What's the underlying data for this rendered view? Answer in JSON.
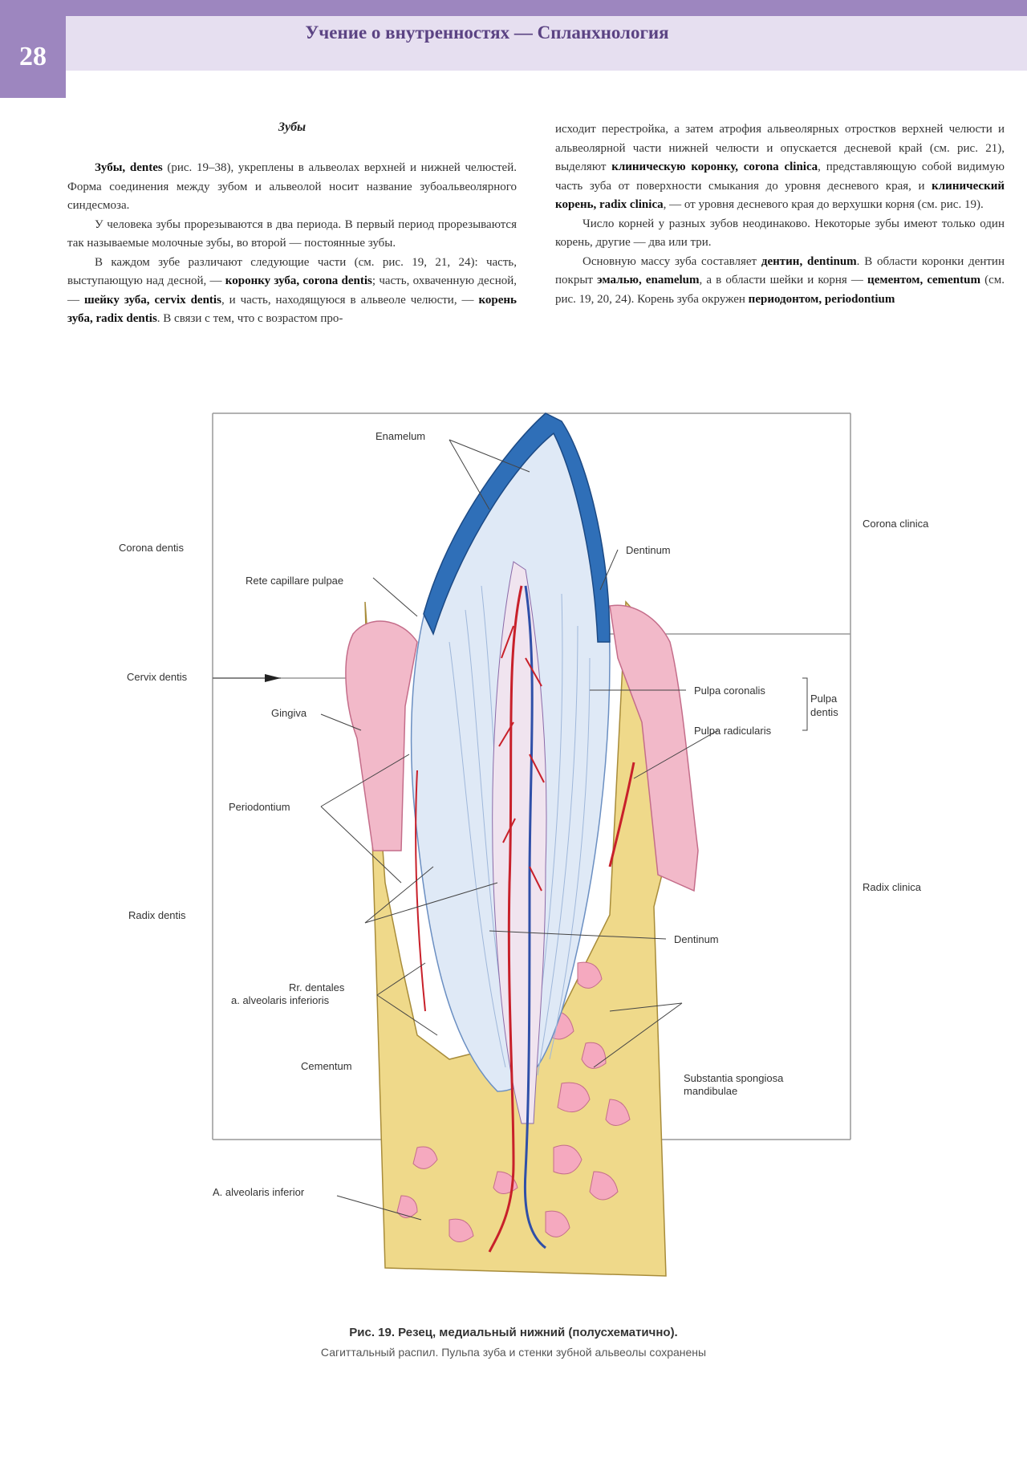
{
  "header": {
    "page_number": "28",
    "title": "Учение о внутренностях — Спланхнология"
  },
  "section_title": "Зубы",
  "column1": [
    {
      "parts": [
        {
          "b": "Зубы, dentes"
        },
        {
          "t": " (рис. 19–38), укреплены в альвеолах верхней и нижней челюстей. Форма соединения между зубом и альвеолой носит название зубоальвеолярного синдесмоза."
        }
      ]
    },
    {
      "parts": [
        {
          "t": "У человека зубы прорезываются в два периода. В первый период прорезываются так называемые молочные зубы, во второй — постоянные зубы."
        }
      ]
    },
    {
      "parts": [
        {
          "t": "В каждом зубе различают следующие части (см. рис. 19, 21, 24): часть, выступающую над десной, — "
        },
        {
          "b": "коронку зуба, corona dentis"
        },
        {
          "t": "; часть, охваченную десной, — "
        },
        {
          "b": "шейку зуба, cervix dentis"
        },
        {
          "t": ", и часть, находящуюся в альвеоле челюсти, — "
        },
        {
          "b": "корень зуба, radix dentis"
        },
        {
          "t": ". В связи с тем, что с возрастом про-"
        }
      ]
    }
  ],
  "column2": [
    {
      "noindent": true,
      "parts": [
        {
          "t": "исходит перестройка, а затем атрофия альвеолярных отростков верхней челюсти и альвеолярной части нижней челюсти и опускается десневой край (см. рис. 21), выделяют "
        },
        {
          "b": "клиническую коронку, corona clinica"
        },
        {
          "t": ", представляющую собой видимую часть зуба от поверхности смыкания до уровня десневого края, и "
        },
        {
          "b": "клинический корень, radix clinica"
        },
        {
          "t": ", — от уровня десневого края до верхушки корня (см. рис. 19)."
        }
      ]
    },
    {
      "parts": [
        {
          "t": "Число корней у разных зубов неодинаково. Некоторые зубы имеют только один корень, другие — два или три."
        }
      ]
    },
    {
      "parts": [
        {
          "t": "Основную массу зуба составляет "
        },
        {
          "b": "дентин, dentinum"
        },
        {
          "t": ". В области коронки дентин покрыт "
        },
        {
          "b": "эмалью, enamelum"
        },
        {
          "t": ", а в области шейки и корня — "
        },
        {
          "b": "цементом, cementum"
        },
        {
          "t": " (см. рис. 19, 20, 24). Корень зуба окружен "
        },
        {
          "b": "периодонтом, periodontium"
        }
      ]
    }
  ],
  "figure_labels": {
    "enamelum": "Enamelum",
    "dentinum_top": "Dentinum",
    "corona_dentis": "Corona dentis",
    "corona_clinica": "Corona clinica",
    "rete": "Rete capillare pulpae",
    "cervix": "Cervix dentis",
    "pulpa_coronalis": "Pulpa coronalis",
    "pulpa_dentis_1": "Pulpa",
    "pulpa_dentis_2": "dentis",
    "gingiva": "Gingiva",
    "pulpa_radicularis": "Pulpa radicularis",
    "periodontium": "Periodontium",
    "radix_clinica": "Radix clinica",
    "radix_dentis": "Radix dentis",
    "rr_dentales_1": "Rr. dentales",
    "rr_dentales_2": "a. alveolaris inferioris",
    "dentinum_bottom": "Dentinum",
    "cementum": "Cementum",
    "substantia_1": "Substantia spongiosa",
    "substantia_2": "mandibulae",
    "a_alveolaris": "A. alveolaris inferior"
  },
  "caption": {
    "line1": "Рис. 19. Резец, медиальный нижний (полусхематично).",
    "line2": "Сагиттальный распил. Пульпа зуба и стенки зубной альвеолы сохранены"
  },
  "colors": {
    "header_accent": "#9d86bf",
    "header_band": "#e6dff0",
    "enamel": "#2f6fb8",
    "dentin": "#dfe9f6",
    "bone": "#efd98a",
    "gingiva": "#f2b9c9",
    "artery": "#c8202a"
  }
}
